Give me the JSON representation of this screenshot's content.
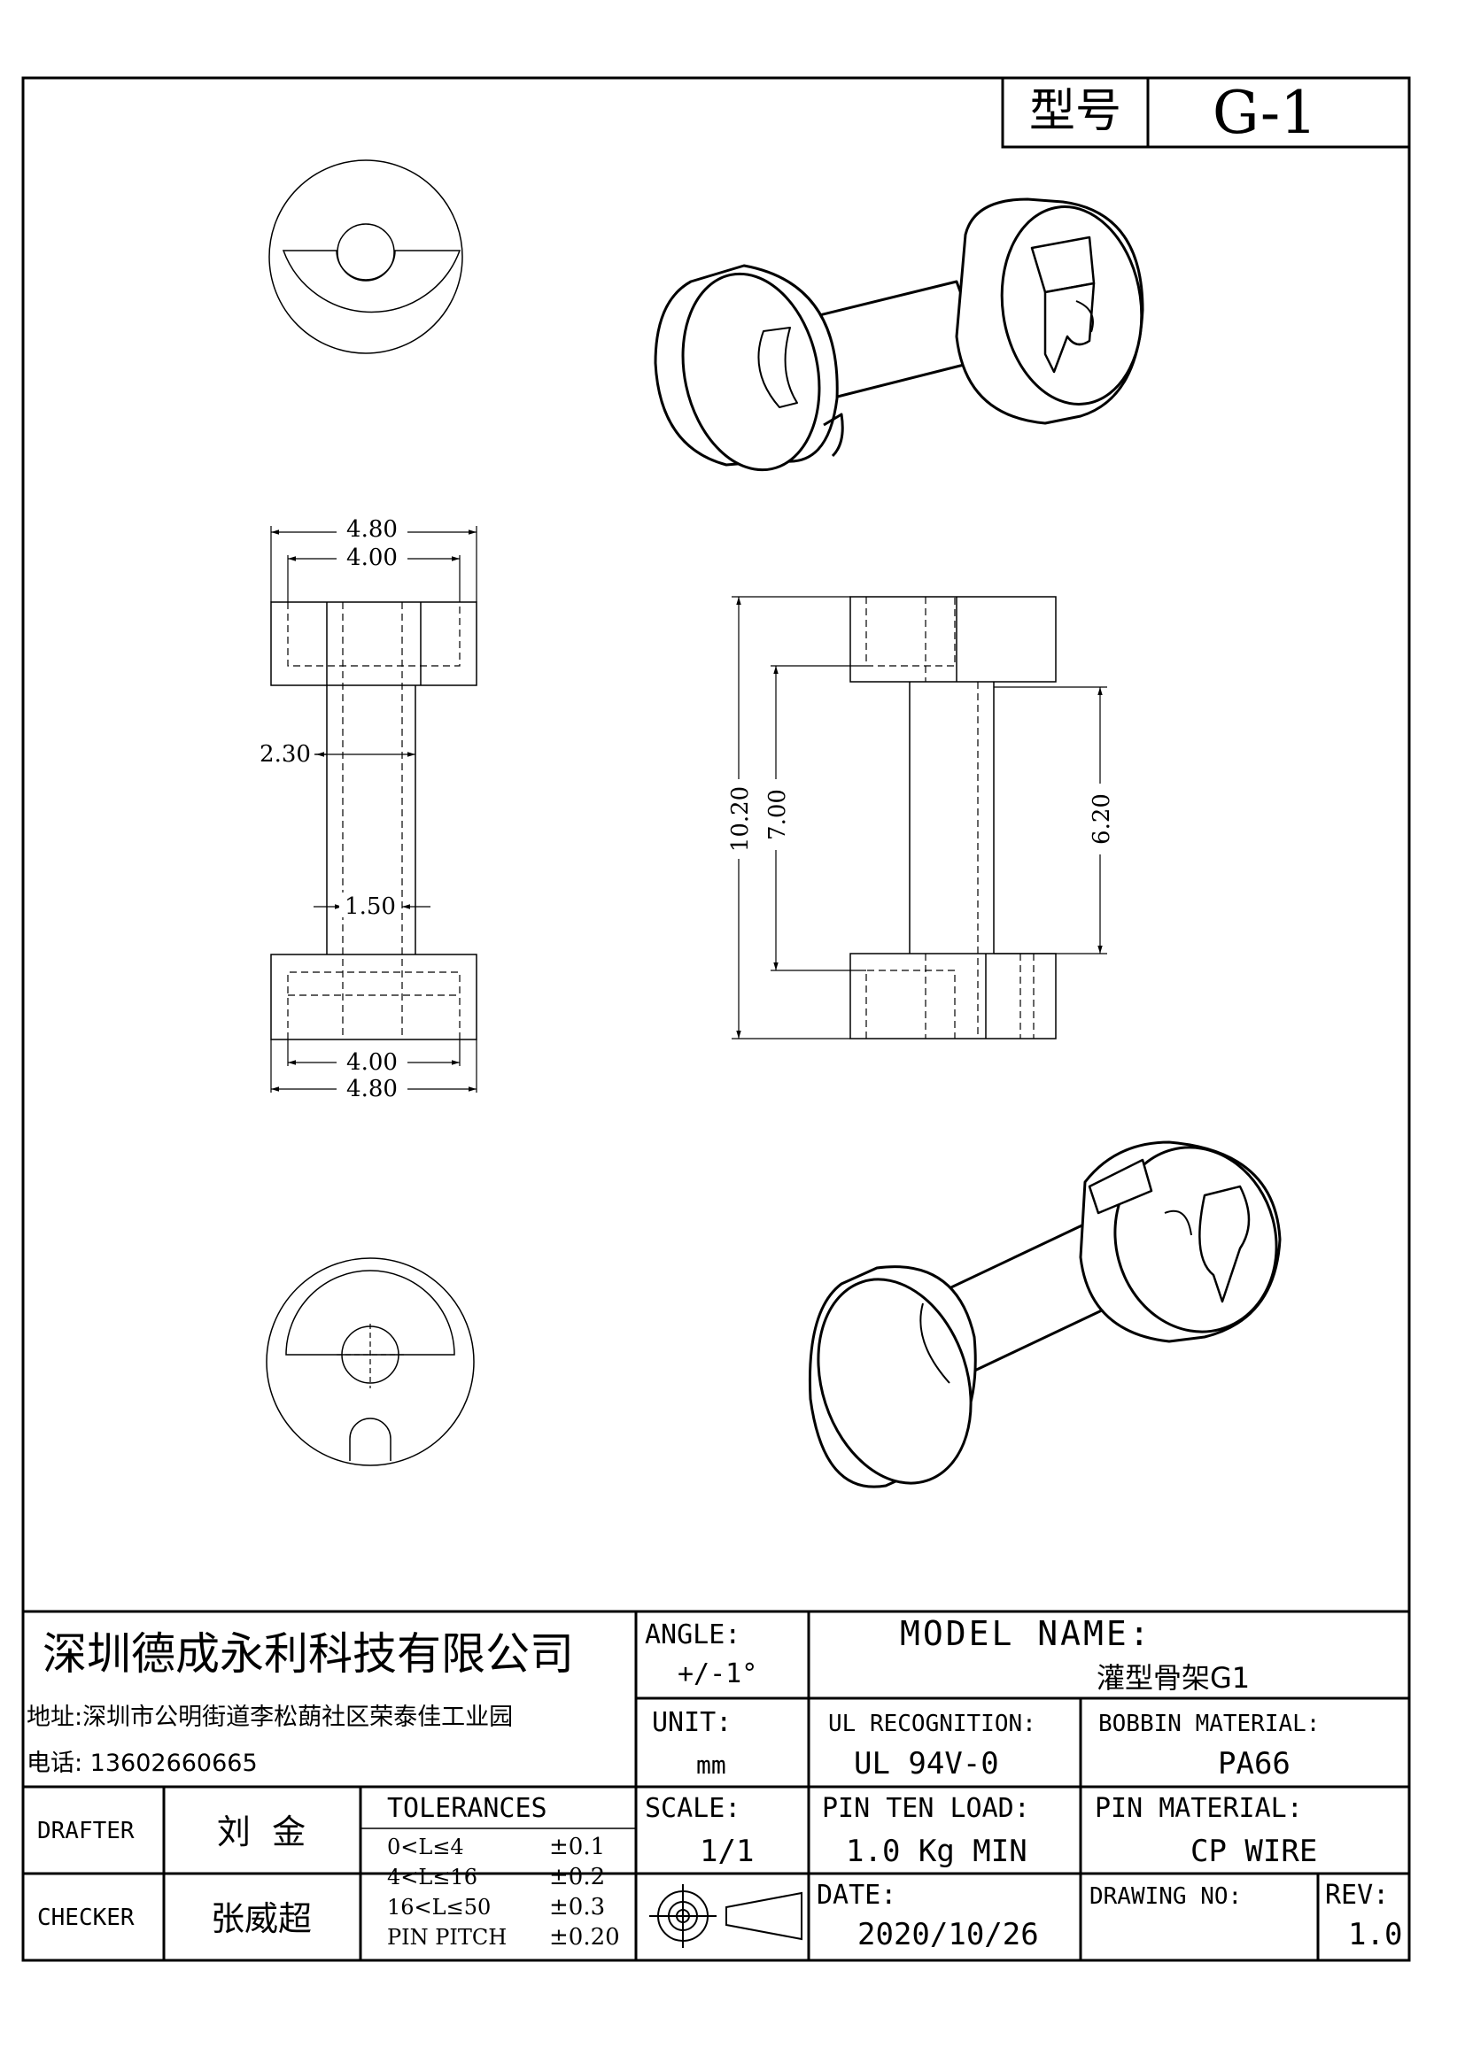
{
  "header": {
    "model_label": "型号",
    "model_value": "G-1"
  },
  "dimensions": {
    "d_4_80_top": "4.80",
    "d_4_00_top": "4.00",
    "d_2_30": "2.30",
    "d_1_50": "1.50",
    "d_4_00_bottom": "4.00",
    "d_4_80_bottom": "4.80",
    "d_10_20": "10.20",
    "d_7_00": "7.00",
    "d_6_20": "6.20"
  },
  "title_block": {
    "company_name": "深圳德成永利科技有限公司",
    "address": "地址:深圳市公明街道李松蓢社区荣泰佳工业园",
    "phone": "电话: 13602660665",
    "angle_label": "ANGLE:",
    "angle_value": "+/-1°",
    "model_name_label": "MODEL NAME:",
    "model_name_value": "灌型骨架G1",
    "unit_label": "UNIT:",
    "unit_value": "mm",
    "ul_label": "UL RECOGNITION:",
    "ul_value": "UL 94V-0",
    "bobbin_material_label": "BOBBIN MATERIAL:",
    "bobbin_material_value": "PA66",
    "drafter_label": "DRAFTER",
    "drafter_name": "刘  金",
    "checker_label": "CHECKER",
    "checker_name": "张威超",
    "tolerances_label": "TOLERANCES",
    "tolerances": [
      {
        "range": "0<L≤4",
        "value": "±0.1"
      },
      {
        "range": "4<L≤16",
        "value": "±0.2"
      },
      {
        "range": "16<L≤50",
        "value": "±0.3"
      },
      {
        "range": "PIN PITCH",
        "value": "±0.20"
      }
    ],
    "scale_label": "SCALE:",
    "scale_value": "1/1",
    "pin_ten_load_label": "PIN TEN LOAD:",
    "pin_ten_load_value": "1.0 Kg MIN",
    "pin_material_label": "PIN MATERIAL:",
    "pin_material_value": "CP WIRE",
    "date_label": "DATE:",
    "date_value": "2020/10/26",
    "drawing_no_label": "DRAWING NO:",
    "rev_label": "REV:",
    "rev_value": "1.0"
  }
}
